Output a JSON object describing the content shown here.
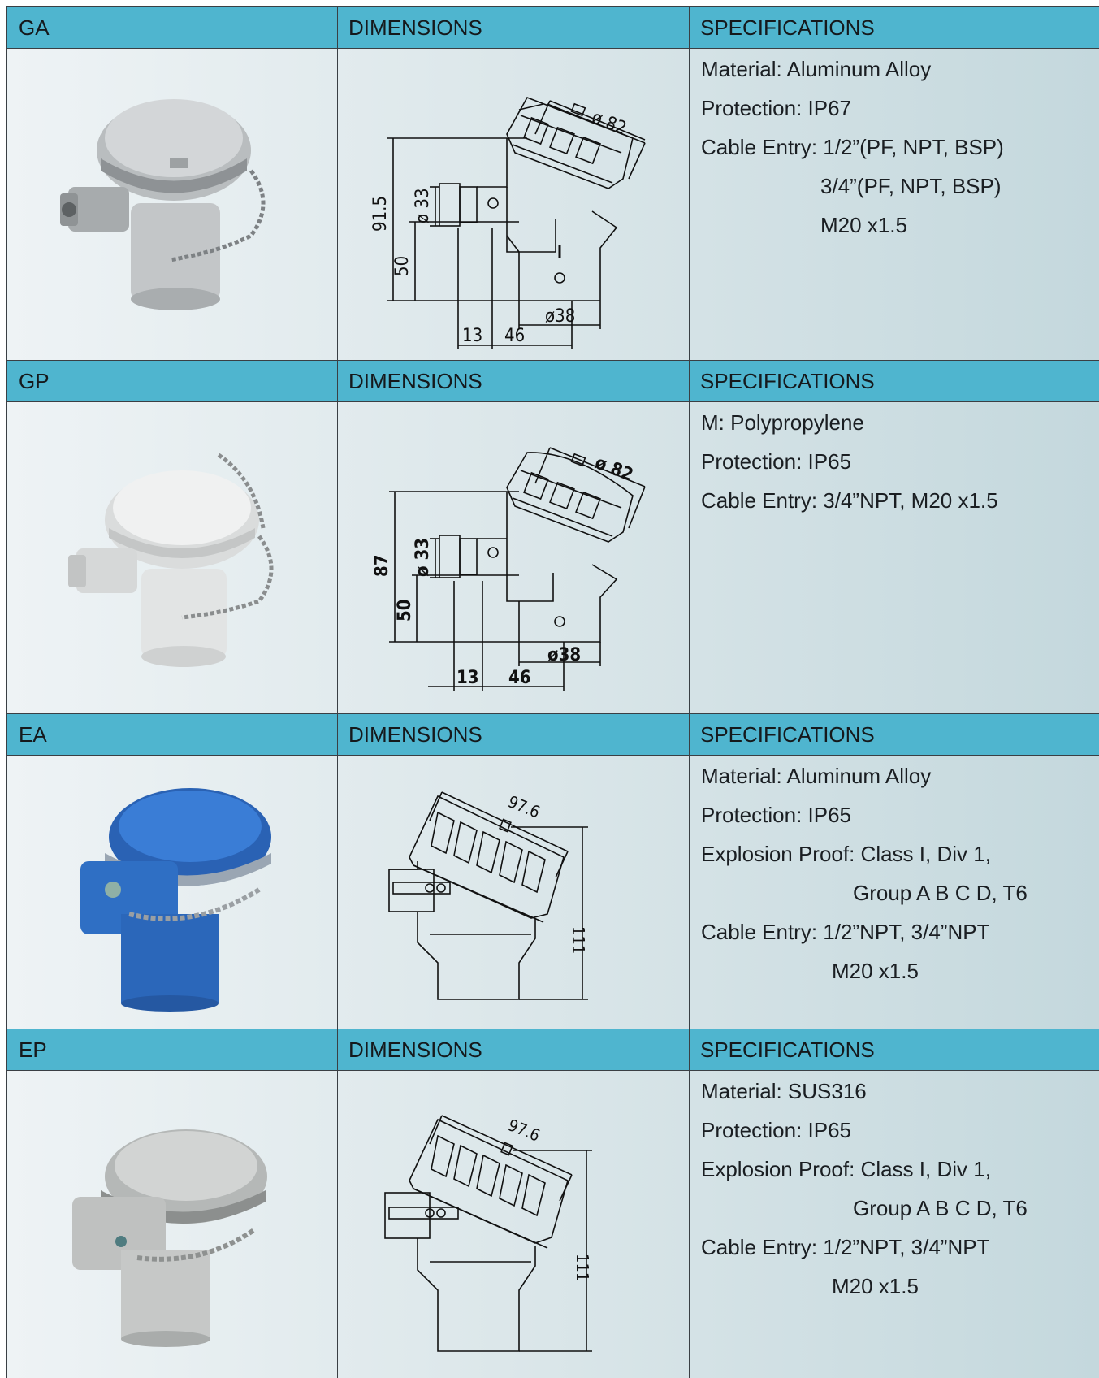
{
  "sections": [
    {
      "code": "GA",
      "dimensions_label": "DIMENSIONS",
      "specifications_label": "SPECIFICATIONS",
      "photo_color": "#c9ccce",
      "dims": {
        "d1": "ø 82",
        "h1": "91.5",
        "h2": "50",
        "d2": "ø 33",
        "d3": "ø38",
        "w1": "13",
        "w2": "46"
      },
      "specs": [
        "Material: Aluminum Alloy",
        "Protection: IP67",
        "Cable Entry: 1/2”(PF, NPT, BSP)",
        "3/4”(PF, NPT, BSP)",
        "M20 x1.5"
      ]
    },
    {
      "code": "GP",
      "dimensions_label": "DIMENSIONS",
      "specifications_label": "SPECIFICATIONS",
      "photo_color": "#e8eaea",
      "dims": {
        "d1": "ø 82",
        "h1": "87",
        "h2": "50",
        "d2": "ø 33",
        "d3": "ø38",
        "w1": "13",
        "w2": "46"
      },
      "specs": [
        "M: Polypropylene",
        "Protection: IP65",
        "Cable Entry: 3/4”NPT, M20 x1.5"
      ]
    },
    {
      "code": "EA",
      "dimensions_label": "DIMENSIONS",
      "specifications_label": "SPECIFICATIONS",
      "photo_color": "#2f6fc4",
      "dims": {
        "d1": "97.6",
        "h1": "111"
      },
      "specs": [
        "Material: Aluminum Alloy",
        "Protection: IP65",
        "Explosion Proof: Class I, Div 1,",
        "Group A B C D, T6",
        "Cable Entry: 1/2”NPT, 3/4”NPT",
        "M20 x1.5"
      ]
    },
    {
      "code": "EP",
      "dimensions_label": "DIMENSIONS",
      "specifications_label": "SPECIFICATIONS",
      "photo_color": "#c6c8c7",
      "dims": {
        "d1": "97.6",
        "h1": "111"
      },
      "specs": [
        "Material: SUS316",
        "Protection: IP65",
        "Explosion Proof: Class I, Div 1,",
        "Group A B C D, T6",
        "Cable Entry: 1/2”NPT, 3/4”NPT",
        "M20 x1.5"
      ]
    }
  ]
}
